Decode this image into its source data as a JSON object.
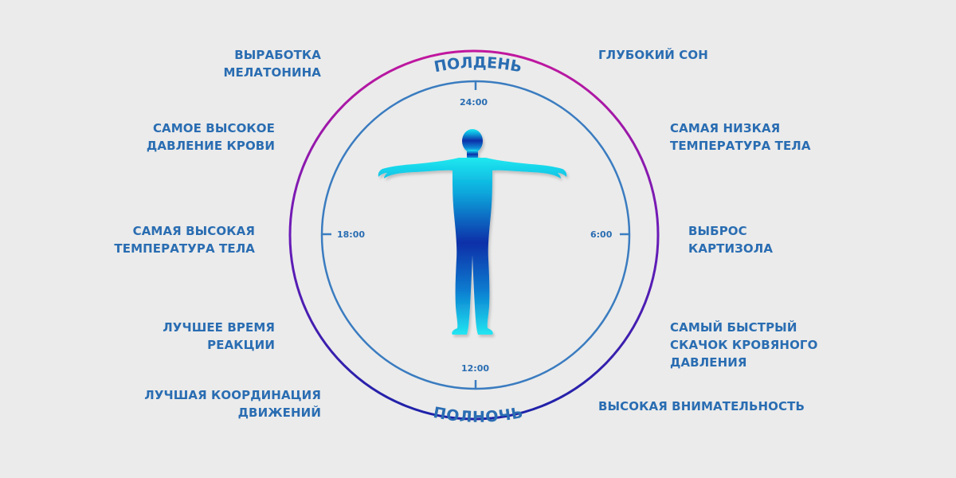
{
  "diagram": {
    "type": "circadian-rhythm-clock",
    "colors": {
      "background": "#ebebeb",
      "text": "#2a6db2",
      "inner_ring": "#3a7cc0",
      "outer_ring_top": "#c2179e",
      "outer_ring_middle": "#6a1bb8",
      "outer_ring_bottom": "#1c22a8",
      "body_top": "#1ee8f0",
      "body_middle": "#0a2fa8",
      "body_bottom": "#22e6f2"
    },
    "arc_titles": {
      "top": "ПОЛДЕНЬ",
      "bottom": "ПОЛНОЧЬ"
    },
    "times": {
      "top": "24:00",
      "right": "6:00",
      "bottom": "12:00",
      "left": "18:00"
    },
    "left_labels": [
      {
        "lines": [
          "ВЫРАБОТКА",
          "МЕЛАТОНИНА"
        ]
      },
      {
        "lines": [
          "САМОЕ ВЫСОКОЕ",
          "ДАВЛЕНИЕ КРОВИ"
        ]
      },
      {
        "lines": [
          "САМАЯ ВЫСОКАЯ",
          "ТЕМПЕРАТУРА ТЕЛА"
        ]
      },
      {
        "lines": [
          "ЛУЧШЕЕ ВРЕМЯ",
          "РЕАКЦИИ"
        ]
      },
      {
        "lines": [
          "ЛУЧШАЯ КООРДИНАЦИЯ",
          "ДВИЖЕНИЙ"
        ]
      }
    ],
    "right_labels": [
      {
        "lines": [
          "ГЛУБОКИЙ СОН"
        ]
      },
      {
        "lines": [
          "САМАЯ НИЗКАЯ",
          "ТЕМПЕРАТУРА ТЕЛА"
        ]
      },
      {
        "lines": [
          "ВЫБРОС",
          "КАРТИЗОЛА"
        ]
      },
      {
        "lines": [
          "САМЫЙ БЫСТРЫЙ",
          "СКАЧОК КРОВЯНОГО",
          "ДАВЛЕНИЯ"
        ]
      },
      {
        "lines": [
          "ВЫСОКАЯ ВНИМАТЕЛЬНОСТЬ"
        ]
      }
    ]
  }
}
